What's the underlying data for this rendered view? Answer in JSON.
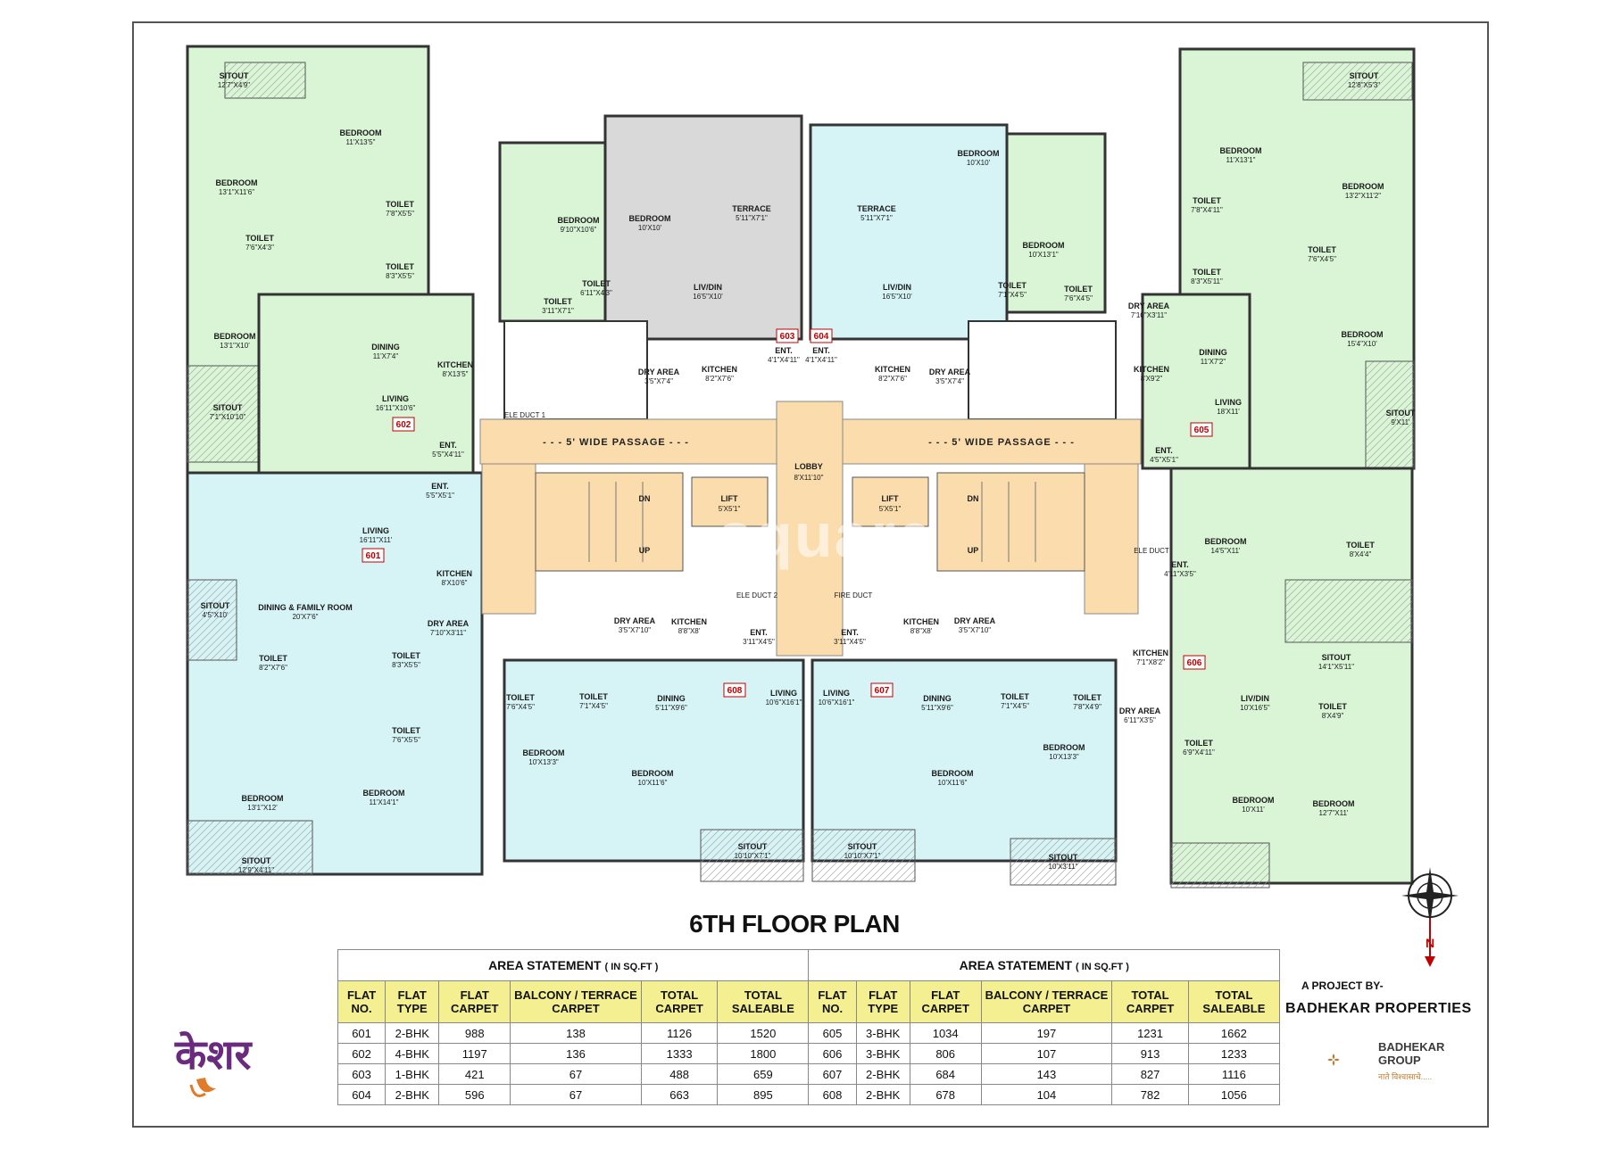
{
  "title": "6TH FLOOR PLAN",
  "passages": {
    "left": "- - - 5' WIDE PASSAGE - - -",
    "right": "- - - 5' WIDE PASSAGE - - -"
  },
  "lobby": {
    "name": "LOBBY",
    "dim": "8'X11'10\""
  },
  "lifts": [
    {
      "name": "LIFT",
      "dim": "5'X5'1\""
    },
    {
      "name": "LIFT",
      "dim": "5'X5'1\""
    }
  ],
  "stairs": {
    "dn": "DN",
    "up": "UP"
  },
  "shafts": [
    "ELE DUCT 1",
    "ELE DUCT 2",
    "FIRE DUCT",
    "ELE DUCT"
  ],
  "flat_tags": [
    "601",
    "602",
    "603",
    "604",
    "605",
    "606",
    "607",
    "608"
  ],
  "rooms": {
    "f602": [
      {
        "name": "SITOUT",
        "dim": "12'7\"X4'9\""
      },
      {
        "name": "BEDROOM",
        "dim": "11'X13'5\""
      },
      {
        "name": "BEDROOM",
        "dim": "13'1\"X11'6\""
      },
      {
        "name": "TOILET",
        "dim": "7'6\"X4'3\""
      },
      {
        "name": "TOILET",
        "dim": "7'8\"X5'5\""
      },
      {
        "name": "TOILET",
        "dim": "8'3\"X5'5\""
      },
      {
        "name": "BEDROOM",
        "dim": "13'1\"X10'"
      },
      {
        "name": "DINING",
        "dim": "11'X7'4\""
      },
      {
        "name": "KITCHEN",
        "dim": "8'X13'5\""
      },
      {
        "name": "SITOUT",
        "dim": "7'1\"X10'10\""
      },
      {
        "name": "LIVING",
        "dim": "16'11\"X10'6\""
      },
      {
        "name": "ENT.",
        "dim": "5'5\"X4'11\""
      }
    ],
    "f601": [
      {
        "name": "ENT.",
        "dim": "5'5\"X5'1\""
      },
      {
        "name": "LIVING",
        "dim": "16'11\"X11'"
      },
      {
        "name": "KITCHEN",
        "dim": "8'X10'6\""
      },
      {
        "name": "SITOUT",
        "dim": "4'5\"X10'"
      },
      {
        "name": "DINING & FAMILY ROOM",
        "dim": "20'X7'6\""
      },
      {
        "name": "DRY AREA",
        "dim": "7'10\"X3'11\""
      },
      {
        "name": "TOILET",
        "dim": "8'2\"X7'6\""
      },
      {
        "name": "TOILET",
        "dim": "8'3\"X5'5\""
      },
      {
        "name": "TOILET",
        "dim": "7'6\"X5'5\""
      },
      {
        "name": "BEDROOM",
        "dim": "13'1\"X12'"
      },
      {
        "name": "BEDROOM",
        "dim": "11'X14'1\""
      },
      {
        "name": "SITOUT",
        "dim": "12'9\"X4'11\""
      }
    ],
    "f603_604": [
      {
        "name": "BEDROOM",
        "dim": "9'10\"X10'6\""
      },
      {
        "name": "BEDROOM",
        "dim": "10'X10'"
      },
      {
        "name": "TERRACE",
        "dim": "5'11\"X7'1\""
      },
      {
        "name": "TOILET",
        "dim": "6'11\"X4'3\""
      },
      {
        "name": "TOILET",
        "dim": "3'11\"X7'1\""
      },
      {
        "name": "LIV/DIN",
        "dim": "16'5\"X10'"
      },
      {
        "name": "KITCHEN",
        "dim": "8'2\"X7'6\""
      },
      {
        "name": "DRY AREA",
        "dim": "3'5\"X7'4\""
      },
      {
        "name": "ENT.",
        "dim": "4'1\"X4'11\""
      },
      {
        "name": "ENT.",
        "dim": "4'1\"X4'11\""
      },
      {
        "name": "TERRACE",
        "dim": "5'11\"X7'1\""
      },
      {
        "name": "BEDROOM",
        "dim": "10'X10'"
      },
      {
        "name": "BEDROOM",
        "dim": "10'X13'1\""
      },
      {
        "name": "LIV/DIN",
        "dim": "16'5\"X10'"
      },
      {
        "name": "TOILET",
        "dim": "7'1\"X4'5\""
      },
      {
        "name": "TOILET",
        "dim": "7'6\"X4'5\""
      },
      {
        "name": "KITCHEN",
        "dim": "8'2\"X7'6\""
      },
      {
        "name": "DRY AREA",
        "dim": "3'5\"X7'4\""
      }
    ],
    "f605": [
      {
        "name": "SITOUT",
        "dim": "12'8\"X5'3\""
      },
      {
        "name": "BEDROOM",
        "dim": "11'X13'1\""
      },
      {
        "name": "BEDROOM",
        "dim": "13'2\"X11'2\""
      },
      {
        "name": "TOILET",
        "dim": "7'8\"X4'11\""
      },
      {
        "name": "TOILET",
        "dim": "7'6\"X4'5\""
      },
      {
        "name": "TOILET",
        "dim": "8'3\"X5'11\""
      },
      {
        "name": "DRY AREA",
        "dim": "7'10\"X3'11\""
      },
      {
        "name": "DINING",
        "dim": "11'X7'2\""
      },
      {
        "name": "BEDROOM",
        "dim": "15'4\"X10'"
      },
      {
        "name": "KITCHEN",
        "dim": "8'X9'2\""
      },
      {
        "name": "LIVING",
        "dim": "18'X11'"
      },
      {
        "name": "SITOUT",
        "dim": "9'X11'"
      },
      {
        "name": "ENT.",
        "dim": "4'5\"X5'1\""
      }
    ],
    "f606": [
      {
        "name": "BEDROOM",
        "dim": "14'5\"X11'"
      },
      {
        "name": "TOILET",
        "dim": "8'X4'4\""
      },
      {
        "name": "ENT.",
        "dim": "4'11\"X3'5\""
      },
      {
        "name": "SITOUT",
        "dim": "14'1\"X5'11\""
      },
      {
        "name": "KITCHEN",
        "dim": "7'1\"X8'2\""
      },
      {
        "name": "LIV/DIN",
        "dim": "10'X16'5\""
      },
      {
        "name": "DRY AREA",
        "dim": "6'11\"X3'5\""
      },
      {
        "name": "TOILET",
        "dim": "8'X4'9\""
      },
      {
        "name": "TOILET",
        "dim": "6'9\"X4'11\""
      },
      {
        "name": "BEDROOM",
        "dim": "10'X11'"
      },
      {
        "name": "BEDROOM",
        "dim": "12'7\"X11'"
      }
    ],
    "f607_608": [
      {
        "name": "DRY AREA",
        "dim": "3'5\"X7'10\""
      },
      {
        "name": "KITCHEN",
        "dim": "8'8\"X8'"
      },
      {
        "name": "ENT.",
        "dim": "3'11\"X4'5\""
      },
      {
        "name": "TOILET",
        "dim": "7'6\"X4'5\""
      },
      {
        "name": "TOILET",
        "dim": "7'1\"X4'5\""
      },
      {
        "name": "DINING",
        "dim": "5'11\"X9'6\""
      },
      {
        "name": "LIVING",
        "dim": "10'6\"X16'1\""
      },
      {
        "name": "BEDROOM",
        "dim": "10'X13'3\""
      },
      {
        "name": "BEDROOM",
        "dim": "10'X11'6\""
      },
      {
        "name": "SITOUT",
        "dim": "10'10\"X7'1\""
      },
      {
        "name": "ENT.",
        "dim": "3'11\"X4'5\""
      },
      {
        "name": "LIVING",
        "dim": "10'6\"X16'1\""
      },
      {
        "name": "KITCHEN",
        "dim": "8'8\"X8'"
      },
      {
        "name": "DRY AREA",
        "dim": "3'5\"X7'10\""
      },
      {
        "name": "DINING",
        "dim": "5'11\"X9'6\""
      },
      {
        "name": "TOILET",
        "dim": "7'1\"X4'5\""
      },
      {
        "name": "TOILET",
        "dim": "7'8\"X4'9\""
      },
      {
        "name": "BEDROOM",
        "dim": "10'X11'6\""
      },
      {
        "name": "BEDROOM",
        "dim": "10'X13'3\""
      },
      {
        "name": "SITOUT",
        "dim": "10'10\"X7'1\""
      },
      {
        "name": "SITOUT",
        "dim": "10'X3'11\""
      }
    ]
  },
  "area_statement": {
    "section_title": "AREA STATEMENT",
    "unit_note": "( IN SQ.FT )",
    "columns": [
      "FLAT NO.",
      "FLAT TYPE",
      "FLAT CARPET",
      "BALCONY / TERRACE CARPET",
      "TOTAL CARPET",
      "TOTAL SALEABLE"
    ],
    "left_rows": [
      [
        "601",
        "2-BHK",
        "988",
        "138",
        "1126",
        "1520"
      ],
      [
        "602",
        "4-BHK",
        "1197",
        "136",
        "1333",
        "1800"
      ],
      [
        "603",
        "1-BHK",
        "421",
        "67",
        "488",
        "659"
      ],
      [
        "604",
        "2-BHK",
        "596",
        "67",
        "663",
        "895"
      ]
    ],
    "right_rows": [
      [
        "605",
        "3-BHK",
        "1034",
        "197",
        "1231",
        "1662"
      ],
      [
        "606",
        "3-BHK",
        "806",
        "107",
        "913",
        "1233"
      ],
      [
        "607",
        "2-BHK",
        "684",
        "143",
        "827",
        "1116"
      ],
      [
        "608",
        "2-BHK",
        "678",
        "104",
        "782",
        "1056"
      ]
    ]
  },
  "credits": {
    "project_by": "A PROJECT BY-",
    "builder": "BADHEKAR PROPERTIES",
    "group_line1": "BADHEKAR",
    "group_line2": "GROUP",
    "group_tagline": "नाते विश्वासाचे....."
  },
  "brand": {
    "logo_text": "केशर"
  },
  "compass": {
    "north": "N"
  },
  "watermark": "square",
  "colors": {
    "green_flat": "#d9f5d6",
    "cyan_flat": "#d6f3f6",
    "grey_flat": "#d9d9d9",
    "lobby": "#fbdcad",
    "table_header": "#f4ef90",
    "flat_tag": "#c00000",
    "logo_purple": "#6a2a7e",
    "logo_orange": "#e07b2c"
  }
}
